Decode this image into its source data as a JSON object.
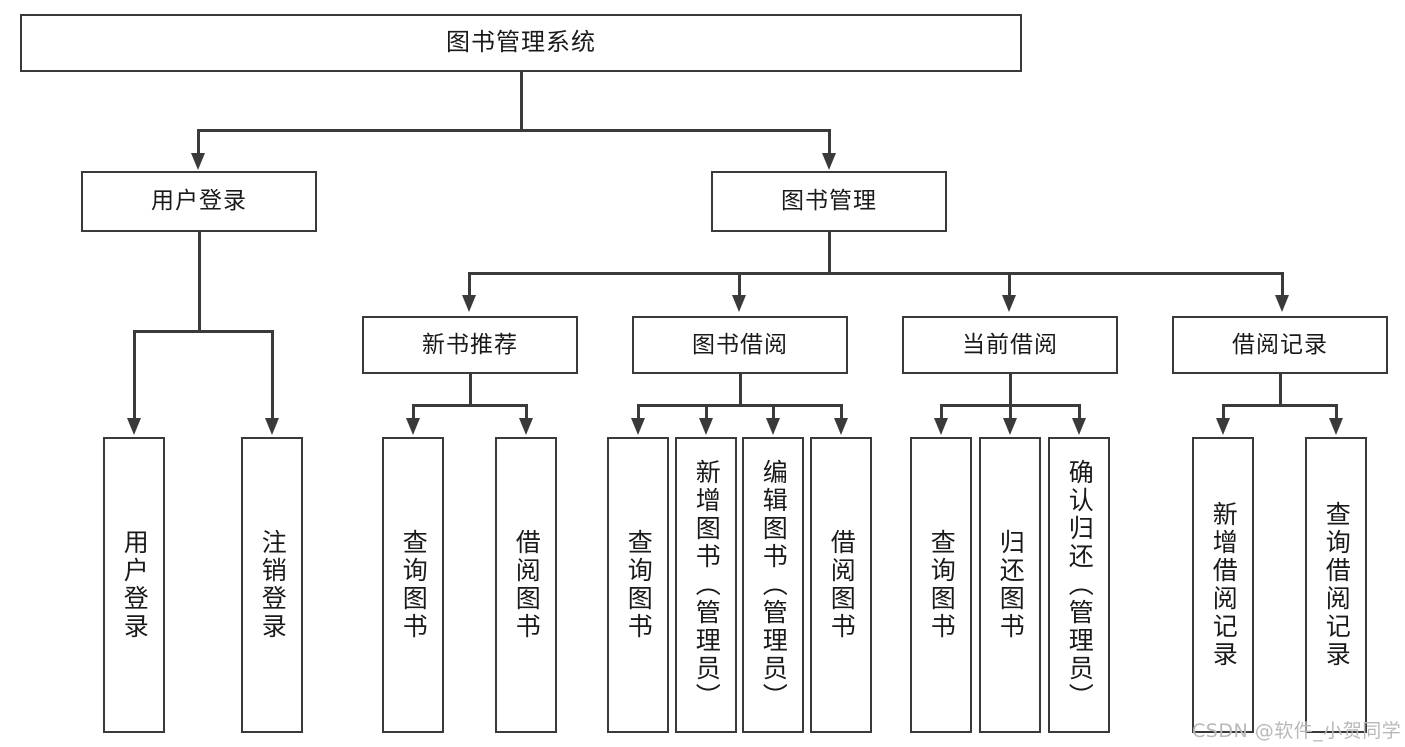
{
  "diagram": {
    "title": "图书管理系统",
    "type": "hierarchy-tree",
    "watermark": "CSDN @软件_小贺同学",
    "colors": {
      "stroke": "#3a3a3a",
      "box_fill": "#ffffff",
      "text": "#1a1a1a",
      "background": "#ffffff",
      "watermark": "#b9b9b9"
    },
    "nodes": {
      "root": {
        "label": "图书管理系统"
      },
      "level2": [
        {
          "id": "user-login",
          "label": "用户登录"
        },
        {
          "id": "book-manage",
          "label": "图书管理"
        }
      ],
      "level3": [
        {
          "id": "new-book-recommend",
          "label": "新书推荐"
        },
        {
          "id": "book-borrow",
          "label": "图书借阅"
        },
        {
          "id": "current-borrow",
          "label": "当前借阅"
        },
        {
          "id": "borrow-record",
          "label": "借阅记录"
        }
      ],
      "leaves": {
        "user-login": [
          {
            "id": "leaf-user-login",
            "label": "用户登录"
          },
          {
            "id": "leaf-logout-login",
            "label": "注销登录"
          }
        ],
        "new-book-recommend": [
          {
            "id": "leaf-query-book-1",
            "label": "查询图书"
          },
          {
            "id": "leaf-borrow-book-1",
            "label": "借阅图书"
          }
        ],
        "book-borrow": [
          {
            "id": "leaf-query-book-2",
            "label": "查询图书"
          },
          {
            "id": "leaf-add-book",
            "label": "新增图书（管理员）"
          },
          {
            "id": "leaf-edit-book",
            "label": "编辑图书（管理员）"
          },
          {
            "id": "leaf-borrow-book-2",
            "label": "借阅图书"
          }
        ],
        "current-borrow": [
          {
            "id": "leaf-query-book-3",
            "label": "查询图书"
          },
          {
            "id": "leaf-return-book",
            "label": "归还图书"
          },
          {
            "id": "leaf-confirm-return",
            "label": "确认归还（管理员）"
          }
        ],
        "borrow-record": [
          {
            "id": "leaf-add-record",
            "label": "新增借阅记录"
          },
          {
            "id": "leaf-query-record",
            "label": "查询借阅记录"
          }
        ]
      }
    }
  }
}
